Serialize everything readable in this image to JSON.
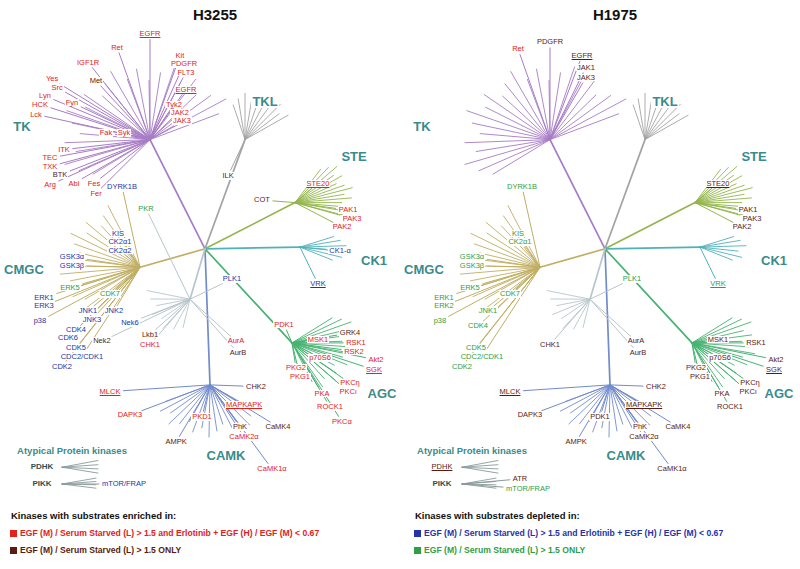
{
  "diagram": {
    "labels": [
      "H3255",
      "H1975",
      "EGFR",
      "Ret",
      "Kit",
      "IGF1R",
      "PDGFR",
      "FLT3",
      "Yes",
      "Met",
      "Src",
      "EGFR",
      "Lyn",
      "Fyn",
      "HCK",
      "Tyk2",
      "JAK2",
      "Lck",
      "JAK3",
      "TK",
      "Fak",
      "Syk",
      "ITK",
      "TEC",
      "TXK",
      "BTK",
      "Abl",
      "Arg",
      "Fes",
      "Fer",
      "TKL",
      "ILK",
      "STE",
      "STE20",
      "COT",
      "PAK1",
      "PAK3",
      "PAK2",
      "DYRK1B",
      "PKR",
      "KIS",
      "CK2α1",
      "CK2α2",
      "GSK3α",
      "GSK3β",
      "CMGC",
      "ERK5",
      "CDK7",
      "ERK1",
      "ERK3",
      "JNK1",
      "JNK2",
      "JNK3",
      "p38",
      "CDK4",
      "CDK6",
      "CDK5",
      "CDC2/CDK1",
      "CDK2",
      "CK1-α",
      "CK1",
      "VRK",
      "PLK1",
      "Nek6",
      "Lkb1",
      "Nek2",
      "AurA",
      "CHK1",
      "AurB",
      "PDK1",
      "GRK4",
      "MSK1",
      "RSK1",
      "RSK2",
      "p70S6",
      "Akt2",
      "PKG2",
      "SGK",
      "PKG1",
      "PKCη",
      "PKCι",
      "PKA",
      "AGC",
      "ROCK1",
      "PKCα",
      "MLCK",
      "CHK2",
      "MAPKAPK",
      "DAPK3",
      "PKD1",
      "PhK",
      "CaMK4",
      "CaMK2α",
      "AMPK",
      "CAMK",
      "CaMK1α",
      "Atypical Protein kinases",
      "PDHK",
      "PIKK",
      "mTOR/FRAP",
      "Ret",
      "PDGFR",
      "EGFR",
      "JAK1",
      "JAK3",
      "TK",
      "TKL",
      "STE",
      "STE20",
      "PAK1",
      "PAK3",
      "PAK2",
      "DYRK1B",
      "KIS",
      "CK2α1",
      "GSK3α",
      "GSK3β",
      "CMGC",
      "ERK5",
      "CDK7",
      "ERK1",
      "ERK2",
      "JNK1",
      "p38",
      "CDK4",
      "CDK5",
      "CDC2/CDK1",
      "CDK2",
      "CK1",
      "VRK",
      "PLK1",
      "AurA",
      "CHK1",
      "AurB",
      "MSK1",
      "RSK1",
      "p70S6",
      "Akt2",
      "PKG2",
      "SGK",
      "PKG1",
      "PKCη",
      "PKCι",
      "PKA",
      "AGC",
      "ROCK1",
      "MLCK",
      "CHK2",
      "MAPKAPK",
      "DAPK3",
      "PDK1",
      "PhK",
      "CaMK4",
      "CaMK2α",
      "AMPK",
      "CAMK",
      "CaMK1α",
      "Atypical Protein kinases",
      "PDHK",
      "PIKK",
      "ATR",
      "mTOR/FRAP",
      "Kinases with substrates enriched in:",
      "Kinases with substrates depleted in:"
    ],
    "legend": [
      {
        "text": "EGF (M) / Serum Starved (L) > 1.5 and Erlotinib + EGF (H) / EGF (M) < 0.67",
        "color": "#e3201b"
      },
      {
        "text": "EGF (M) / Serum Starved (L) > 1.5 ONLY",
        "color": "#5b1b10"
      },
      {
        "text": "EGF (M) / Serum Starved (L) > 1.5 and Erlotinib + EGF (H) / EGF (M) < 0.67",
        "color": "#2433a8"
      },
      {
        "text": "EGF (M) / Serum Starved (L) > 1.5 ONLY",
        "color": "#2f9e44"
      }
    ]
  }
}
